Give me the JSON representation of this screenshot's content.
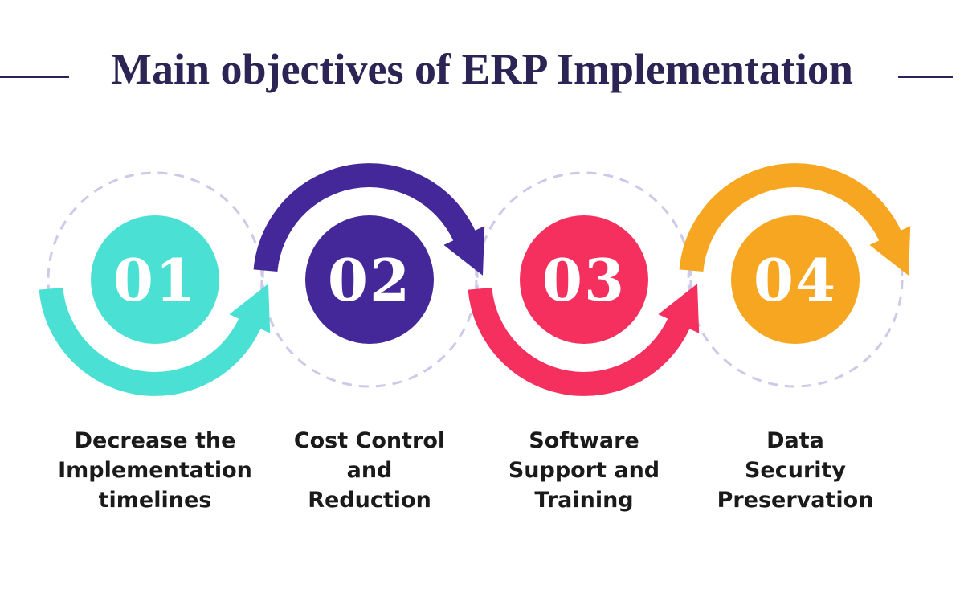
{
  "title": {
    "text": "Main objectives of ERP Implementation",
    "color": "#2b2454"
  },
  "decor": {
    "dashed_ring_color": "#cfc9e9",
    "number_text_color": "#ffffff",
    "label_text_color": "#1a1a1a",
    "background_color": "#ffffff"
  },
  "units": [
    {
      "number": "01",
      "label": "Decrease the\nImplementation\ntimelines",
      "color": "#4be0d4",
      "arc_position": "bottom"
    },
    {
      "number": "02",
      "label": "Cost Control\nand\nReduction",
      "color": "#44289a",
      "arc_position": "top"
    },
    {
      "number": "03",
      "label": "Software\nSupport and\nTraining",
      "color": "#f5305f",
      "arc_position": "bottom"
    },
    {
      "number": "04",
      "label": "Data\nSecurity\nPreservation",
      "color": "#f7a621",
      "arc_position": "top"
    }
  ]
}
